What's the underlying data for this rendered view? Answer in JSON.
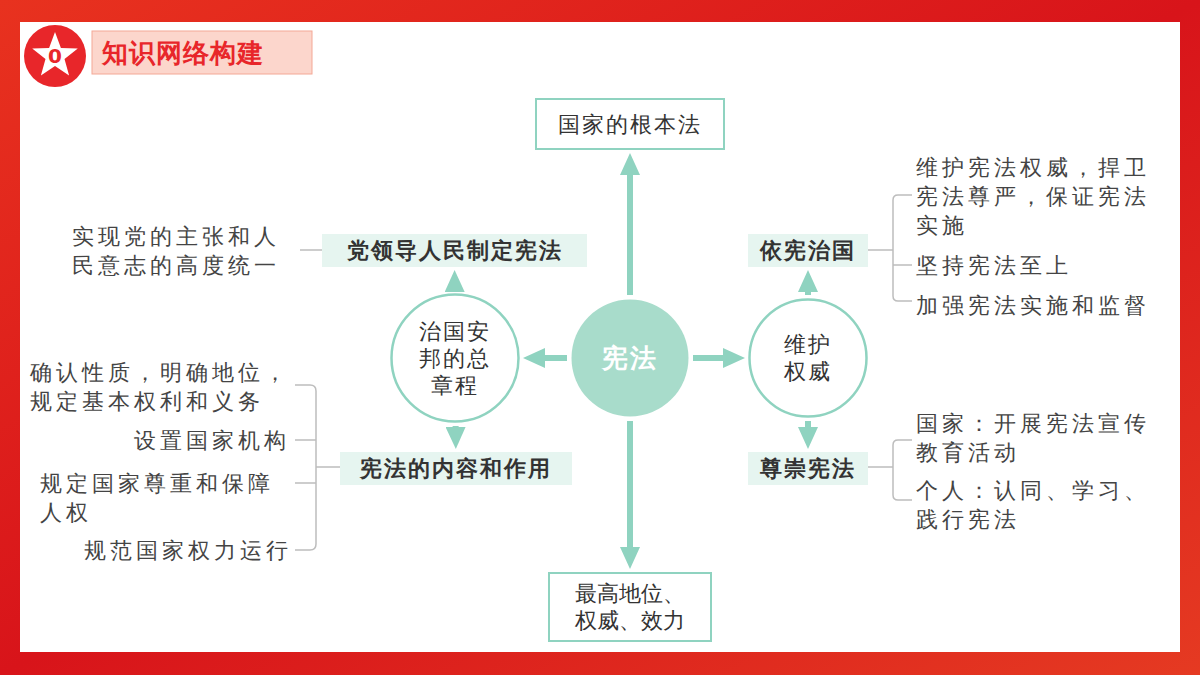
{
  "diagram": {
    "title": "知识网络构建",
    "nodes": [
      {
        "text": [
          "国家的根本法"
        ]
      },
      {
        "text": [
          "党领导人民制定宪法"
        ]
      },
      {
        "text": [
          "依宪治国"
        ]
      },
      {
        "text": [
          "治国安邦的总章程"
        ]
      },
      {
        "text": [
          "宪法"
        ]
      },
      {
        "text": [
          "维护权威"
        ]
      },
      {
        "text": [
          "宪法的内容和作用"
        ]
      },
      {
        "text": [
          "尊崇宪法"
        ]
      },
      {
        "text": [
          "最高地位、权威、效力"
        ]
      }
    ],
    "edges": [
      {
        "from": 4,
        "to": 0,
        "arrow": "to"
      },
      {
        "from": 4,
        "to": 3,
        "arrow": "to"
      },
      {
        "from": 4,
        "to": 5,
        "arrow": "to"
      },
      {
        "from": 4,
        "to": 8,
        "arrow": "to"
      },
      {
        "from": 3,
        "to": 1,
        "arrow": "to"
      },
      {
        "from": 3,
        "to": 6,
        "arrow": "to"
      },
      {
        "from": 5,
        "to": 2,
        "arrow": "to"
      },
      {
        "from": 5,
        "to": 7,
        "arrow": "to"
      }
    ],
    "labels": [
      "0",
      "实现党的主张和人民意志的高度统一",
      "维护宪法权威，捍卫宪法尊严，保证宪法实施",
      "坚持宪法至上",
      "加强宪法实施和监督",
      "确认性质，明确地位，规定基本权利和义务",
      "设置国家机构",
      "规定国家尊重和保障人权",
      "规范国家权力运行",
      "国家：开展宪法宣传教育活动",
      "个人：认同、学习、践行宪法"
    ]
  }
}
